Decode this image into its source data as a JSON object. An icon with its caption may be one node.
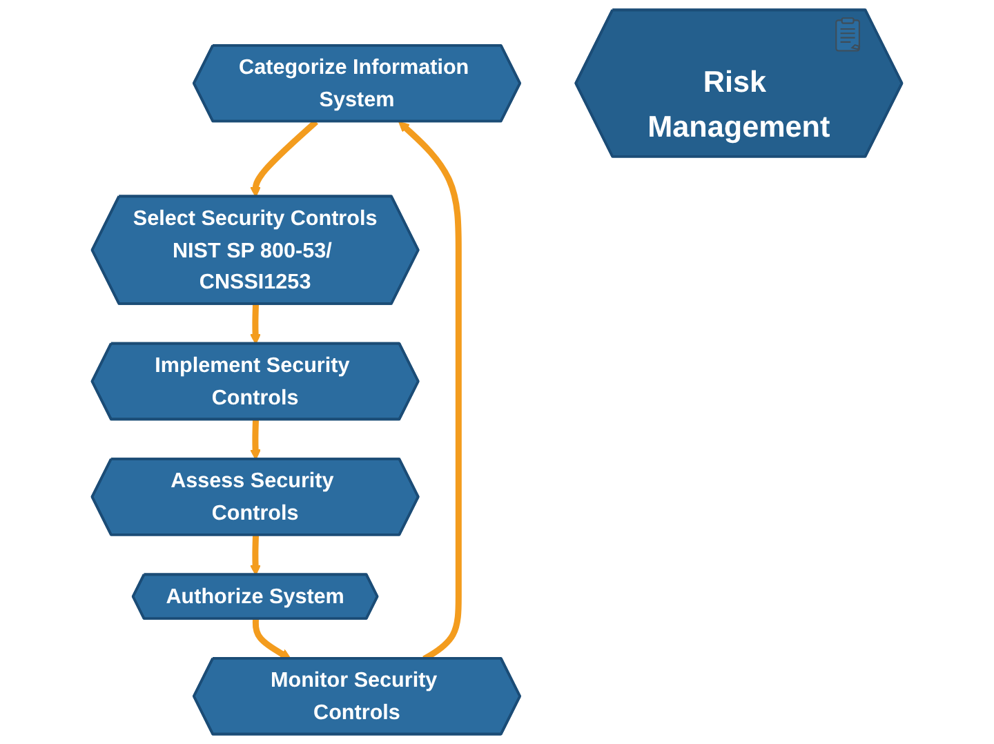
{
  "diagram": {
    "nodes": [
      {
        "text": [
          "Categorize Information System"
        ]
      },
      {
        "text": [
          "Select Security Controls",
          "NIST SP 800-53/ CNSSI1253"
        ]
      },
      {
        "text": [
          "Implement Security Controls"
        ]
      },
      {
        "text": [
          "Assess Security Controls"
        ]
      },
      {
        "text": [
          "Authorize System"
        ]
      },
      {
        "text": [
          "Monitor Security Controls"
        ]
      },
      {
        "text": [
          "Risk Management"
        ]
      }
    ],
    "edges": [
      {
        "from": 0,
        "to": 1,
        "arrow": "to"
      },
      {
        "from": 1,
        "to": 2,
        "arrow": "to"
      },
      {
        "from": 2,
        "to": 3,
        "arrow": "to"
      },
      {
        "from": 3,
        "to": 4,
        "arrow": "to"
      },
      {
        "from": 4,
        "to": 5,
        "arrow": "to"
      },
      {
        "from": 5,
        "to": 0,
        "arrow": "to"
      }
    ]
  }
}
